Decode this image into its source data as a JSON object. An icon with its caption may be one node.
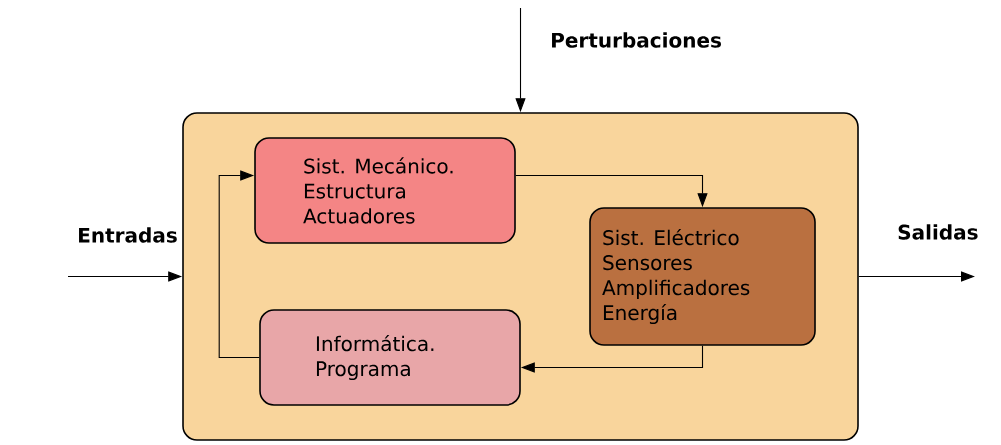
{
  "diagram": {
    "nodes": [
      {
        "text": [],
        "shape": "box"
      },
      {
        "text": [
          "Sist. Mecánico. Estructura Actuadores"
        ],
        "in": 0
      },
      {
        "text": [
          "Sist. Eléctrico Sensores Amplificadores Energía"
        ],
        "in": 0
      },
      {
        "text": [
          "Informática. Programa"
        ],
        "in": 0
      }
    ],
    "edges": [
      {
        "from": null,
        "to": 0,
        "arrow": "to",
        "label": "Entradas"
      },
      {
        "from": null,
        "to": 0,
        "arrow": "to",
        "label": "Perturbaciones"
      },
      {
        "from": 0,
        "to": null,
        "arrow": "to",
        "label": "Salidas"
      },
      {
        "from": 1,
        "to": 2,
        "arrow": "to"
      },
      {
        "from": 2,
        "to": 3,
        "arrow": "to"
      },
      {
        "from": 3,
        "to": 1,
        "arrow": "to"
      }
    ]
  }
}
